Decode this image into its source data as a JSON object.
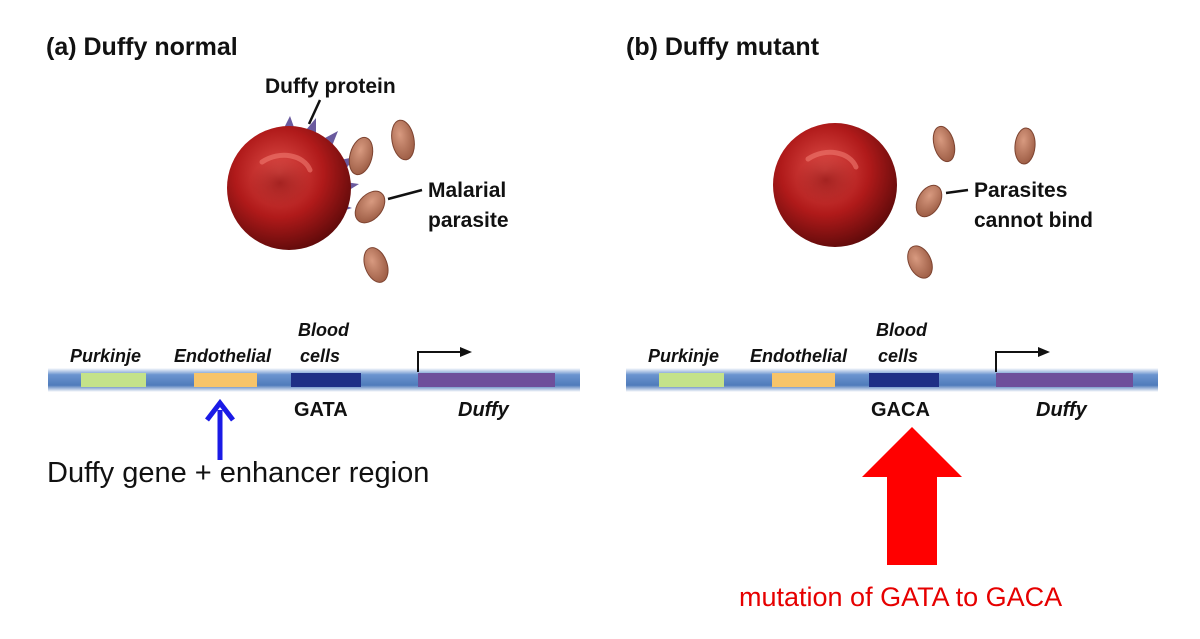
{
  "panels": {
    "a": {
      "title": "(a)  Duffy normal",
      "protein_label": "Duffy protein",
      "parasite_label": [
        "Malarial",
        "parasite"
      ],
      "regions": {
        "purkinje": "Purkinje",
        "endothelial": "Endothelial",
        "blood": [
          "Blood",
          "cells"
        ]
      },
      "site": "GATA",
      "gene": "Duffy"
    },
    "b": {
      "title": "(b)  Duffy mutant",
      "parasite_label": [
        "Parasites",
        "cannot bind"
      ],
      "regions": {
        "purkinje": "Purkinje",
        "endothelial": "Endothelial",
        "blood": [
          "Blood",
          "cells"
        ]
      },
      "site": "GACA",
      "gene": "Duffy"
    }
  },
  "annotations": {
    "enhancer_caption": "Duffy gene + enhancer region",
    "mutation_caption": "mutation of GATA to GACA"
  },
  "colors": {
    "strand": "#5b86c4",
    "purkinje": "#c4e28a",
    "endothelial": "#f7c46a",
    "blood_cells": "#1f2f86",
    "duffy_gene": "#6e4f9b",
    "rbc": "#b01a1a",
    "parasite": "#b9735a",
    "duffy_protein": "#6a5a9e",
    "blue_arrow": "#1a1ae6",
    "red_arrow": "#ff0000",
    "mutation_text": "#e60000"
  }
}
